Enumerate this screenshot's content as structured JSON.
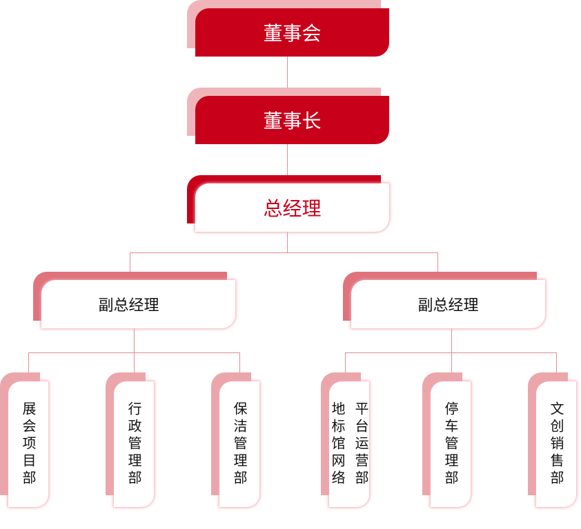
{
  "board": "董事会",
  "chairman": "董事长",
  "general_manager": "总经理",
  "vice_managers": [
    {
      "title": "副总经理",
      "departments": [
        "展会项目部",
        "行政管理部",
        "保洁管理部"
      ]
    },
    {
      "title": "副总经理",
      "departments": [
        "平台运营部\n地标馆网络",
        "停车管理部",
        "文创销售部"
      ]
    }
  ],
  "colors": {
    "primary_red": "#c8001a",
    "light_pink": "#efb5b8",
    "mid_pink": "#e0727c",
    "line": "#e58a92"
  }
}
